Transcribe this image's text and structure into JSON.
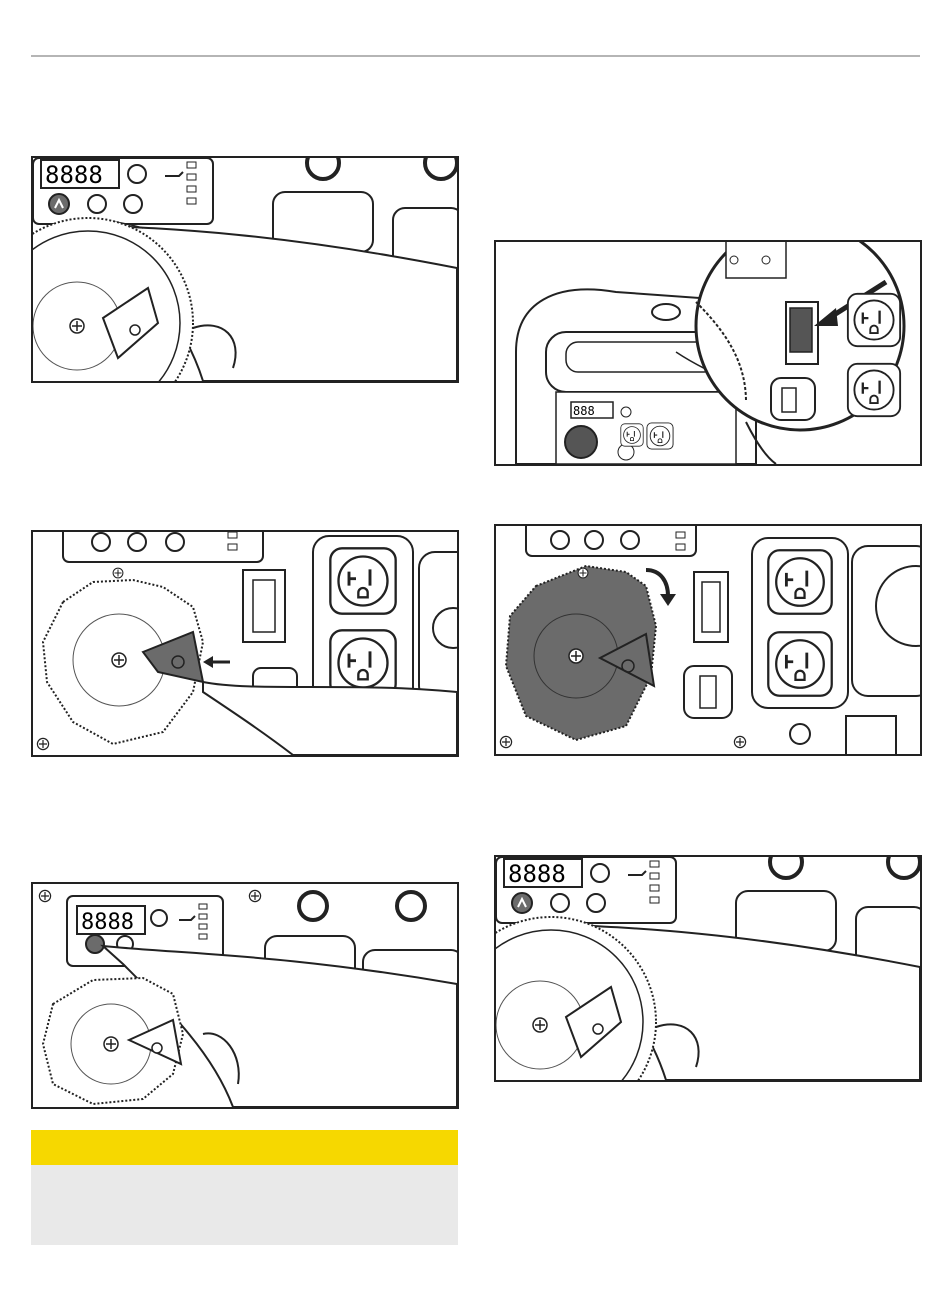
{
  "figures": [
    {
      "id": "p1",
      "name": "press-power-button-illustration",
      "display": "8888"
    },
    {
      "id": "p2",
      "name": "rocker-switch-location-illustration",
      "display": "888"
    },
    {
      "id": "p3",
      "name": "push-fuel-knob-tab-illustration"
    },
    {
      "id": "p4",
      "name": "rotate-fuel-knob-illustration"
    },
    {
      "id": "p5",
      "name": "press-power-button-panel-illustration",
      "display": "8888"
    },
    {
      "id": "p6",
      "name": "press-power-button-repeat-illustration",
      "display": "8888"
    }
  ],
  "icons": [
    "power-icon",
    "wifi-icon",
    "eco-icon",
    "oil-can-icon",
    "engine-icon",
    "usb-icon",
    "fuel-icon"
  ],
  "colors": {
    "rule": "#b5b5b5",
    "line_art": "#222222",
    "highlight_gray": "#6b6b6b",
    "warning_header": "#f6d800",
    "warning_body": "#e9e9e9"
  }
}
